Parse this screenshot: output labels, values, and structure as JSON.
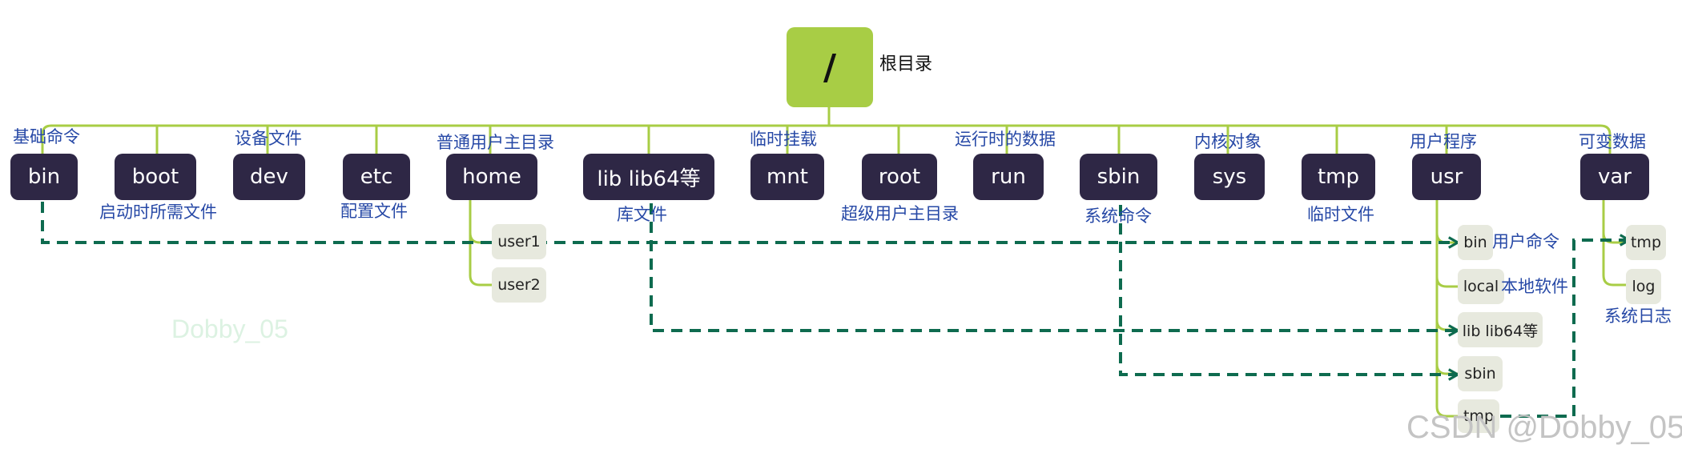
{
  "root": {
    "label": "/",
    "caption": "根目录"
  },
  "dirs": {
    "bin": "bin",
    "boot": "boot",
    "dev": "dev",
    "etc": "etc",
    "home": "home",
    "lib": "lib lib64等",
    "mnt": "mnt",
    "root": "root",
    "run": "run",
    "sbin": "sbin",
    "sys": "sys",
    "tmp": "tmp",
    "usr": "usr",
    "var": "var"
  },
  "captions": {
    "bin": "基础命令",
    "boot": "启动时所需文件",
    "dev": "设备文件",
    "etc": "配置文件",
    "home": "普通用户主目录",
    "lib": "库文件",
    "mnt": "临时挂载",
    "root": "超级用户主目录",
    "run": "运行时的数据",
    "sbin": "系统命令",
    "sys": "内核对象",
    "tmp": "临时文件",
    "usr": "用户程序",
    "var": "可变数据"
  },
  "home_children": [
    "user1",
    "user2"
  ],
  "usr_children": {
    "bin": "bin",
    "local": "local",
    "lib": "lib lib64等",
    "sbin": "sbin",
    "tmp": "tmp"
  },
  "usr_captions": {
    "bin": "用户命令",
    "local": "本地软件"
  },
  "var_children": {
    "tmp": "tmp",
    "log": "log"
  },
  "var_captions": {
    "log": "系统日志"
  },
  "watermarks": {
    "faint": "Dobby_05",
    "csdn": "CSDN @Dobby_05"
  },
  "colors": {
    "tree_line": "#a8cd45",
    "link_line": "#0e6b4f",
    "dir_fill": "#2e2745",
    "root_fill": "#a8cd45",
    "caption": "#2648a6"
  }
}
